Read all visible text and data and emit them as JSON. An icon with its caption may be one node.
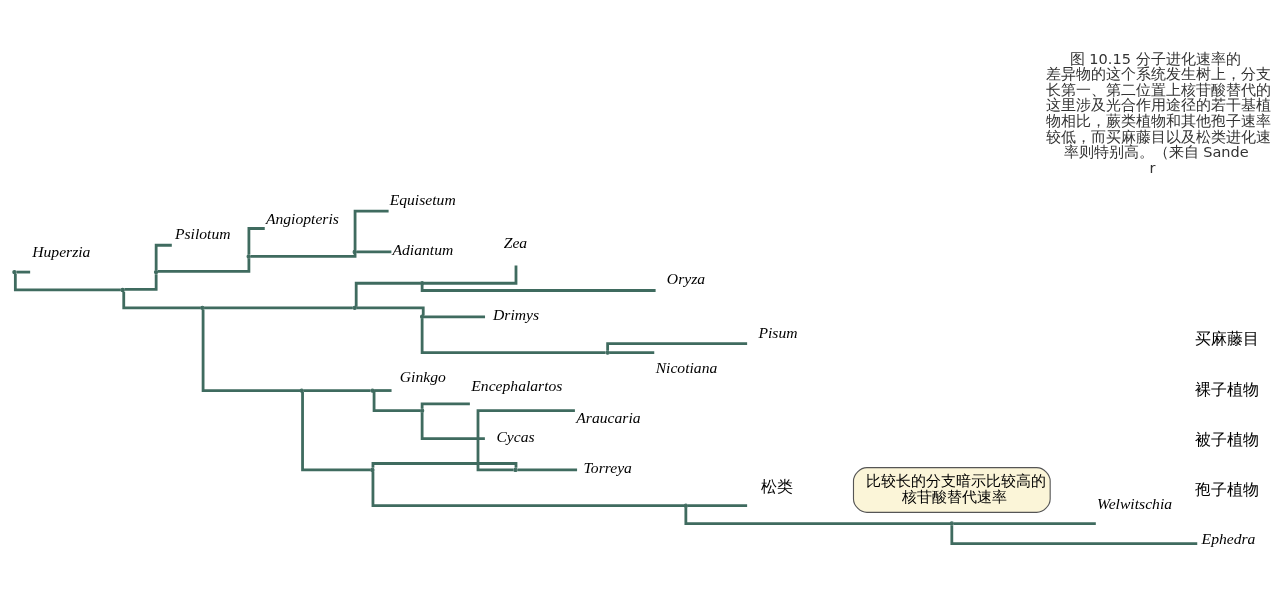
{
  "diagram": {
    "caption": "图 10.15 分子进化速率的差异物的这个系统发生树上，分支长第一、第二位置上核苷酸替代的这里涉及光合作用途径的若干基植物相比，蕨类植物和其他孢子速率较低，而买麻藤目以及松类进化速率则特别高。（来自 Sander",
    "nodes": [
      {
        "text": [],
        "shape": "point"
      },
      {
        "text": [
          "Huperzia"
        ]
      },
      {
        "text": [],
        "shape": "point"
      },
      {
        "text": [],
        "shape": "point"
      },
      {
        "text": [
          "Psilotum"
        ]
      },
      {
        "text": [],
        "shape": "point"
      },
      {
        "text": [
          "Angiopteris"
        ]
      },
      {
        "text": [],
        "shape": "point"
      },
      {
        "text": [
          "Equisetum"
        ]
      },
      {
        "text": [
          "Adiantum"
        ]
      },
      {
        "text": [],
        "shape": "point"
      },
      {
        "text": [],
        "shape": "point"
      },
      {
        "text": [],
        "shape": "point"
      },
      {
        "text": [
          "Zea"
        ]
      },
      {
        "text": [
          "Oryza"
        ]
      },
      {
        "text": [],
        "shape": "point"
      },
      {
        "text": [
          "Drimys"
        ]
      },
      {
        "text": [],
        "shape": "point"
      },
      {
        "text": [
          "Pisum"
        ]
      },
      {
        "text": [
          "Nicotiana"
        ]
      },
      {
        "text": [],
        "shape": "point"
      },
      {
        "text": [],
        "shape": "point"
      },
      {
        "text": [
          "Ginkgo"
        ]
      },
      {
        "text": [],
        "shape": "point"
      },
      {
        "text": [
          "Encephalartos"
        ]
      },
      {
        "text": [
          "Cycas"
        ]
      },
      {
        "text": [],
        "shape": "point"
      },
      {
        "text": [],
        "shape": "point"
      },
      {
        "text": [
          "Araucaria"
        ]
      },
      {
        "text": [
          "Torreya"
        ]
      },
      {
        "text": [],
        "shape": "point"
      },
      {
        "text": [
          "松类"
        ]
      },
      {
        "text": [],
        "shape": "point"
      },
      {
        "text": [
          "Welwitschia"
        ]
      },
      {
        "text": [
          "Ephedra"
        ]
      },
      {
        "text": [
          "比较长的分支暗示比较高的核苷酸替代速率"
        ]
      }
    ],
    "edges": [
      {
        "from": 0,
        "to": 1,
        "arrow": "none"
      },
      {
        "from": 0,
        "to": 2,
        "arrow": "none"
      },
      {
        "from": 2,
        "to": 3,
        "arrow": "none"
      },
      {
        "from": 3,
        "to": 4,
        "arrow": "none"
      },
      {
        "from": 3,
        "to": 5,
        "arrow": "none"
      },
      {
        "from": 5,
        "to": 6,
        "arrow": "none"
      },
      {
        "from": 5,
        "to": 7,
        "arrow": "none"
      },
      {
        "from": 7,
        "to": 8,
        "arrow": "none"
      },
      {
        "from": 7,
        "to": 9,
        "arrow": "none"
      },
      {
        "from": 2,
        "to": 10,
        "arrow": "none"
      },
      {
        "from": 10,
        "to": 11,
        "arrow": "none"
      },
      {
        "from": 11,
        "to": 12,
        "arrow": "none"
      },
      {
        "from": 12,
        "to": 13,
        "arrow": "none"
      },
      {
        "from": 12,
        "to": 14,
        "arrow": "none"
      },
      {
        "from": 11,
        "to": 15,
        "arrow": "none"
      },
      {
        "from": 15,
        "to": 16,
        "arrow": "none"
      },
      {
        "from": 15,
        "to": 17,
        "arrow": "none"
      },
      {
        "from": 17,
        "to": 18,
        "arrow": "none"
      },
      {
        "from": 17,
        "to": 19,
        "arrow": "none"
      },
      {
        "from": 10,
        "to": 20,
        "arrow": "none"
      },
      {
        "from": 20,
        "to": 21,
        "arrow": "none"
      },
      {
        "from": 21,
        "to": 22,
        "arrow": "none"
      },
      {
        "from": 21,
        "to": 23,
        "arrow": "none"
      },
      {
        "from": 23,
        "to": 24,
        "arrow": "none"
      },
      {
        "from": 23,
        "to": 25,
        "arrow": "none"
      },
      {
        "from": 20,
        "to": 26,
        "arrow": "none"
      },
      {
        "from": 26,
        "to": 27,
        "arrow": "none"
      },
      {
        "from": 27,
        "to": 28,
        "arrow": "none"
      },
      {
        "from": 27,
        "to": 29,
        "arrow": "none"
      },
      {
        "from": 26,
        "to": 30,
        "arrow": "none"
      },
      {
        "from": 30,
        "to": 31,
        "arrow": "none"
      },
      {
        "from": 30,
        "to": 32,
        "arrow": "none"
      },
      {
        "from": 32,
        "to": 33,
        "arrow": "none"
      },
      {
        "from": 32,
        "to": 34,
        "arrow": "none"
      }
    ],
    "labels": [
      "孢子植物",
      "被子植物",
      "裸子植物",
      "买麻藤目"
    ]
  }
}
